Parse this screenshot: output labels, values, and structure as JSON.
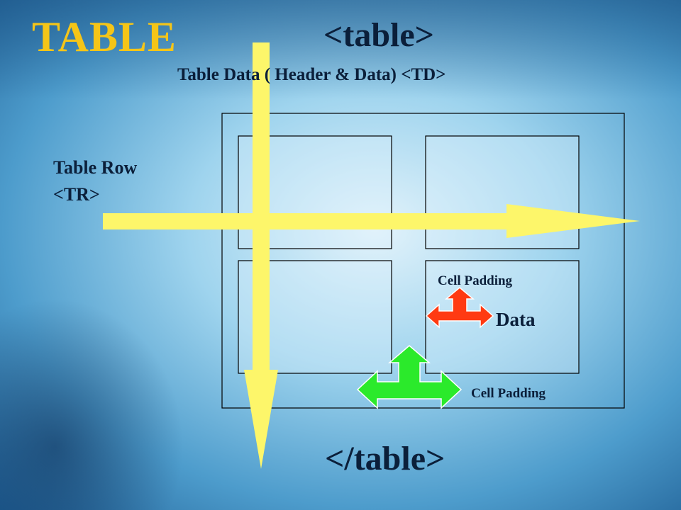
{
  "slide": {
    "title": "TABLE",
    "open_tag": "<table>",
    "td_caption": "Table Data ( Header & Data) <TD>",
    "tr_caption_line1": "Table Row",
    "tr_caption_line2": "<TR>",
    "cell_padding_top": "Cell Padding",
    "data_label": "Data",
    "cell_padding_bottom": "Cell Padding",
    "close_tag": "</table>"
  },
  "colors": {
    "title": "#f5c518",
    "text": "#0b1f3a",
    "arrow_yellow": "#fdf66a",
    "arrow_red": "#ff3a12",
    "arrow_green": "#2bea2b",
    "box_stroke": "#000000"
  }
}
